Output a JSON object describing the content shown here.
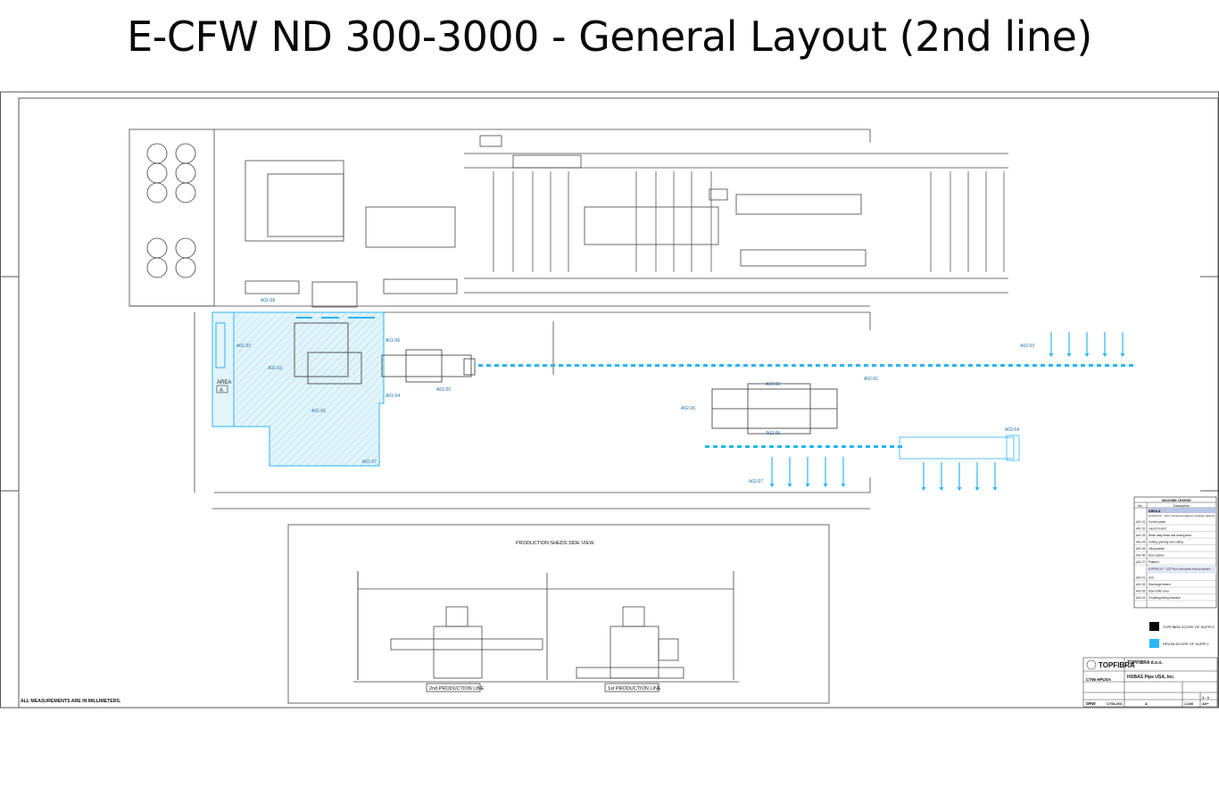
{
  "page_title": "E-CFW ND 300-3000 - General Layout (2nd line)",
  "area": {
    "label": "AREA",
    "code": "A"
  },
  "tags": {
    "a01_02": "A01-02",
    "a01_03": "A01-03",
    "a01_04": "A01-04",
    "a01_05": "A01-05",
    "a01_06": "A01-06",
    "a01_07": "A01-07",
    "a01_01": "A01-01",
    "a01_08": "A01-08",
    "a02_01": "A02-01",
    "a02_02": "A02-02",
    "a02_03": "A02-03",
    "a02_04": "A02-04",
    "a02_05": "A02-05",
    "a02_06": "A02-06",
    "a02_07": "A02-07"
  },
  "side_view": {
    "title": "PRODUCTION SHEDS SIDE VIEW",
    "line2": "2nd PRODUCTION LINE",
    "line1": "1st PRODUCTION LINE"
  },
  "legend": {
    "title": "MACHINE LEGEND",
    "col_no": "No.",
    "col_desc": "Description",
    "area_a": "AREA A",
    "groups": [
      "E-CFW 24\" - 120\" Continuous filament winding machine",
      "E-PFSW 24\" - 120\" Pipe hydrostatic testing machine"
    ],
    "items": [
      {
        "no": "A01-01",
        "desc": "Control panel"
      },
      {
        "no": "A01-02",
        "desc": "Launch board"
      },
      {
        "no": "A01-03",
        "desc": "Resin daily tanks and dosing area"
      },
      {
        "no": "A01-04",
        "desc": "Cutting grinding and cutting"
      },
      {
        "no": "A01-05",
        "desc": "Lifting tables"
      },
      {
        "no": "A01-06",
        "desc": "Dust suction"
      },
      {
        "no": "A01-07",
        "desc": "Platform"
      },
      {
        "no": "A02-01",
        "desc": "Unit"
      },
      {
        "no": "A02-02",
        "desc": "Discharge beams"
      },
      {
        "no": "A02-03",
        "desc": "Pipe buffer area"
      },
      {
        "no": "A02-04",
        "desc": "Coupling joining machine"
      }
    ],
    "scope_topfibra": "TOPFIBRA SCOPE OF SUPPLY",
    "scope_client": "HPUSA SCOPE OF SUPPLY",
    "color_topfibra": "#000000",
    "color_client": "#29b6f6"
  },
  "title_block": {
    "logo": "TOPFIBRA",
    "company": "TOPFIBRA d.o.o.",
    "client": "HOBAS Pipe USA, Inc.",
    "project": "CT66 HPUSA",
    "drw_label": "DRW",
    "drw_no": "CT66-001",
    "rev": "A",
    "scale": "1:100",
    "sheet": "1 : 1",
    "format": "A0+"
  },
  "footnote": "ALL MEASUREMENTS ARE IN MILLIMETERS.",
  "colors": {
    "line": "#3a3a3a",
    "accent": "#29b6f6",
    "hatch_fill": "#e3f4fb"
  }
}
